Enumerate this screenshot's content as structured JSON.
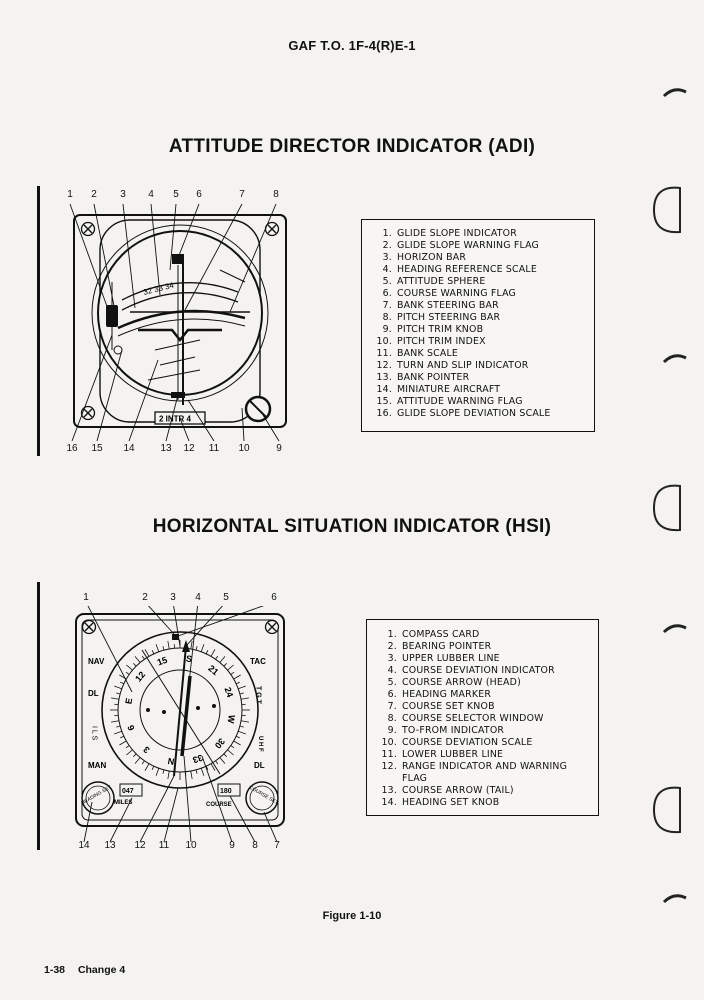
{
  "header": {
    "doc_id": "GAF T.O. 1F-4(R)E-1"
  },
  "adi": {
    "title": "ATTITUDE DIRECTOR INDICATOR (ADI)",
    "callouts_top": [
      "1",
      "2",
      "3",
      "4",
      "5",
      "6",
      "7",
      "8"
    ],
    "callouts_bottom": [
      "16",
      "15",
      "14",
      "13",
      "12",
      "11",
      "10",
      "9"
    ],
    "scale_text": "33",
    "heading_digits": "32 33 34",
    "bottom_window": "2 INTR 4",
    "legend": [
      {
        "num": "1.",
        "text": "GLIDE SLOPE INDICATOR"
      },
      {
        "num": "2.",
        "text": "GLIDE SLOPE WARNING FLAG"
      },
      {
        "num": "3.",
        "text": "HORIZON BAR"
      },
      {
        "num": "4.",
        "text": "HEADING REFERENCE SCALE"
      },
      {
        "num": "5.",
        "text": "ATTITUDE SPHERE"
      },
      {
        "num": "6.",
        "text": "COURSE WARNING FLAG"
      },
      {
        "num": "7.",
        "text": "BANK STEERING BAR"
      },
      {
        "num": "8.",
        "text": "PITCH STEERING BAR"
      },
      {
        "num": "9.",
        "text": "PITCH TRIM KNOB"
      },
      {
        "num": "10.",
        "text": "PITCH TRIM INDEX"
      },
      {
        "num": "11.",
        "text": "BANK SCALE"
      },
      {
        "num": "12.",
        "text": "TURN AND SLIP INDICATOR"
      },
      {
        "num": "13.",
        "text": "BANK POINTER"
      },
      {
        "num": "14.",
        "text": "MINIATURE AIRCRAFT"
      },
      {
        "num": "15.",
        "text": "ATTITUDE WARNING FLAG"
      },
      {
        "num": "16.",
        "text": "GLIDE SLOPE DEVIATION SCALE"
      }
    ]
  },
  "hsi": {
    "title": "HORIZONTAL SITUATION INDICATOR (HSI)",
    "callouts_top": [
      "1",
      "2",
      "3",
      "4",
      "5",
      "6"
    ],
    "callouts_bottom": [
      "14",
      "13",
      "12",
      "11",
      "10",
      "9",
      "8",
      "7"
    ],
    "labels": {
      "nav": "NAV",
      "dl_left": "DL",
      "ils": "I L S",
      "man": "MAN",
      "tac": "TAC",
      "tgt": "T G T",
      "uhf": "U H F",
      "dl_right": "DL",
      "heading_set": "HEADING SET",
      "course_set": "COURSE SET",
      "miles": "MILES",
      "course": "COURSE"
    },
    "card_marks": [
      "15",
      "S",
      "21",
      "24",
      "W",
      "30",
      "33",
      "N",
      "3",
      "6",
      "E",
      "12"
    ],
    "range_digits": "047",
    "course_digits": "180",
    "legend": [
      {
        "num": "1.",
        "text": "COMPASS CARD"
      },
      {
        "num": "2.",
        "text": "BEARING POINTER"
      },
      {
        "num": "3.",
        "text": "UPPER LUBBER LINE"
      },
      {
        "num": "4.",
        "text": "COURSE DEVIATION INDICATOR"
      },
      {
        "num": "5.",
        "text": "COURSE ARROW (HEAD)"
      },
      {
        "num": "6.",
        "text": "HEADING MARKER"
      },
      {
        "num": "7.",
        "text": "COURSE SET KNOB"
      },
      {
        "num": "8.",
        "text": "COURSE SELECTOR WINDOW"
      },
      {
        "num": "9.",
        "text": "TO-FROM INDICATOR"
      },
      {
        "num": "10.",
        "text": "COURSE DEVIATION SCALE"
      },
      {
        "num": "11.",
        "text": "LOWER LUBBER LINE"
      },
      {
        "num": "12.",
        "text": "RANGE INDICATOR AND WARNING FLAG"
      },
      {
        "num": "13.",
        "text": "COURSE ARROW (TAIL)"
      },
      {
        "num": "14.",
        "text": "HEADING SET KNOB"
      }
    ]
  },
  "figure_caption": "Figure 1-10",
  "footer": {
    "page": "1-38",
    "change": "Change 4"
  }
}
